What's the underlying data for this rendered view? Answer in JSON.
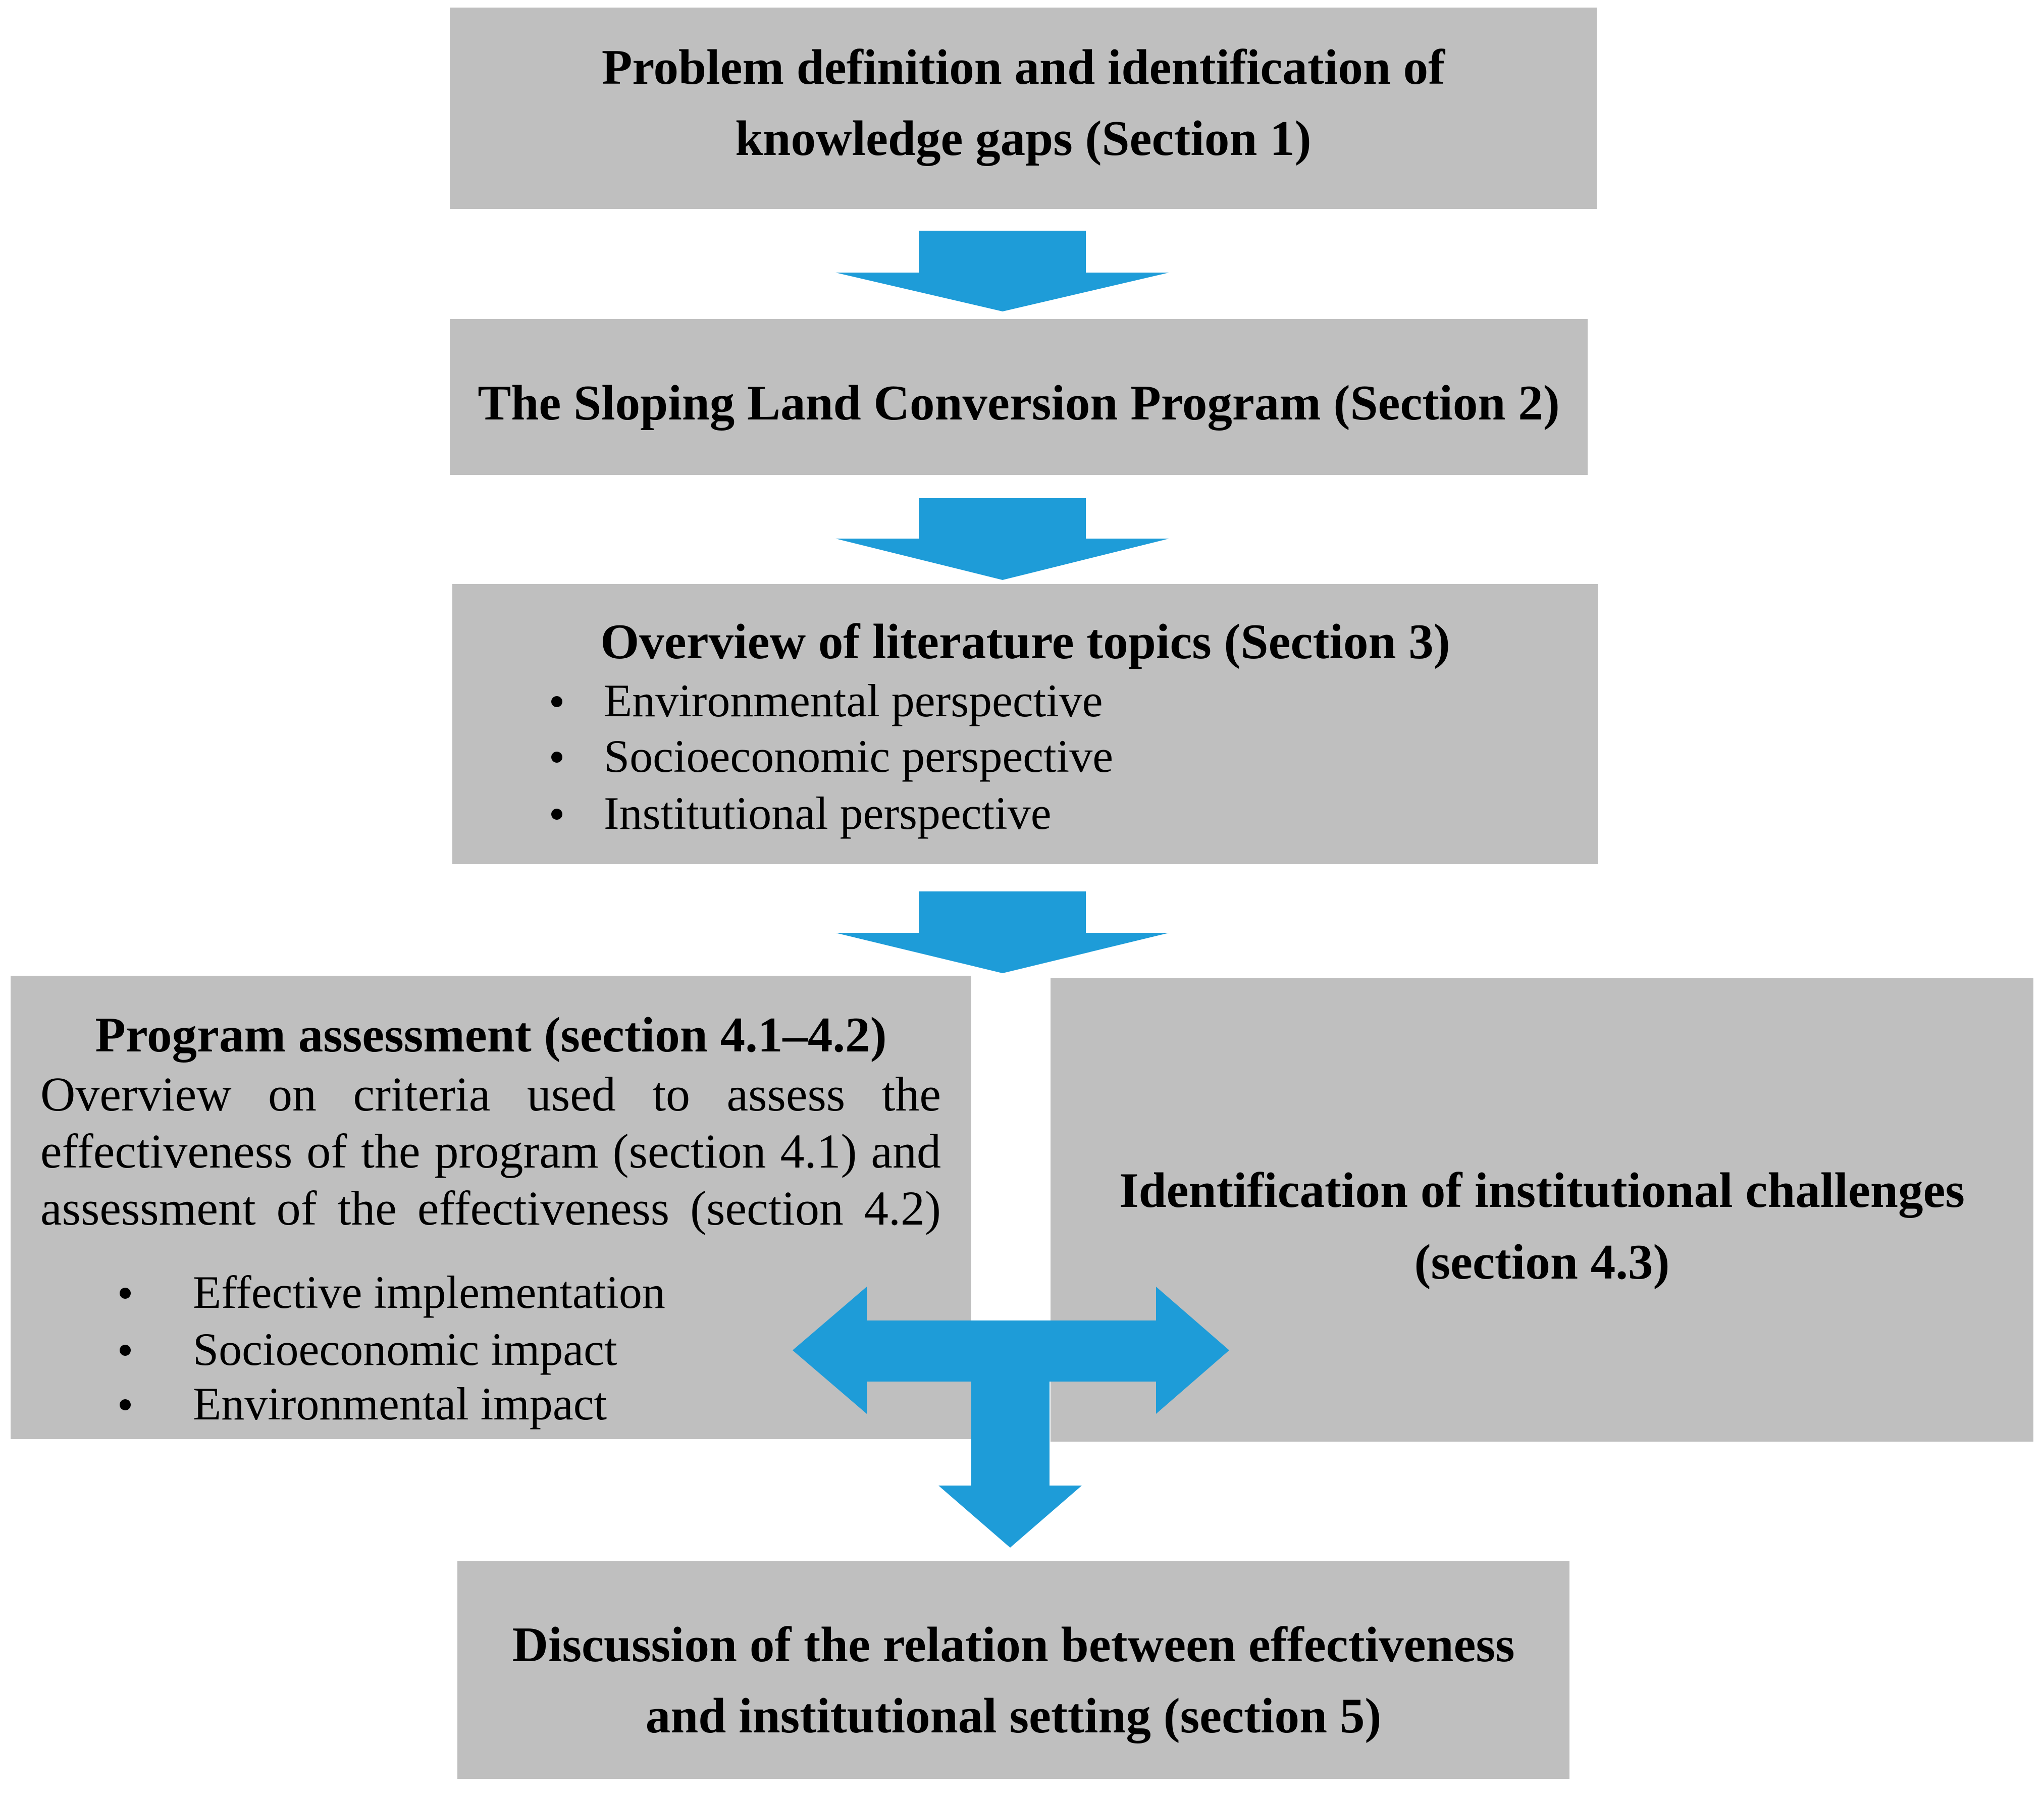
{
  "colors": {
    "box_fill": "#bfbfbf",
    "arrow": "#1e9cd8",
    "text": "#000000"
  },
  "section1": {
    "lines": [
      "Problem definition and identification of",
      "knowledge gaps (Section 1)"
    ]
  },
  "section2": {
    "title": "The Sloping Land Conversion Program (Section 2)"
  },
  "section3": {
    "title": "Overview of literature topics (Section 3)",
    "bullets": [
      "Environmental perspective",
      "Socioeconomic perspective",
      "Institutional perspective"
    ]
  },
  "section4_assessment": {
    "title": "Program assessment (section 4.1–4.2)",
    "description_lines": [
      "Overview on criteria used to assess the",
      "effectiveness of the program (section 4.1) and",
      "assessment of the effectiveness (section 4.2)"
    ],
    "bullets": [
      "Effective implementation",
      "Socioeconomic impact",
      "Environmental impact"
    ]
  },
  "section4_challenges": {
    "lines": [
      "Identification of institutional challenges",
      "(section 4.3)"
    ]
  },
  "section5": {
    "lines": [
      "Discussion of the relation between effectiveness",
      "and institutional setting (section 5)"
    ]
  }
}
